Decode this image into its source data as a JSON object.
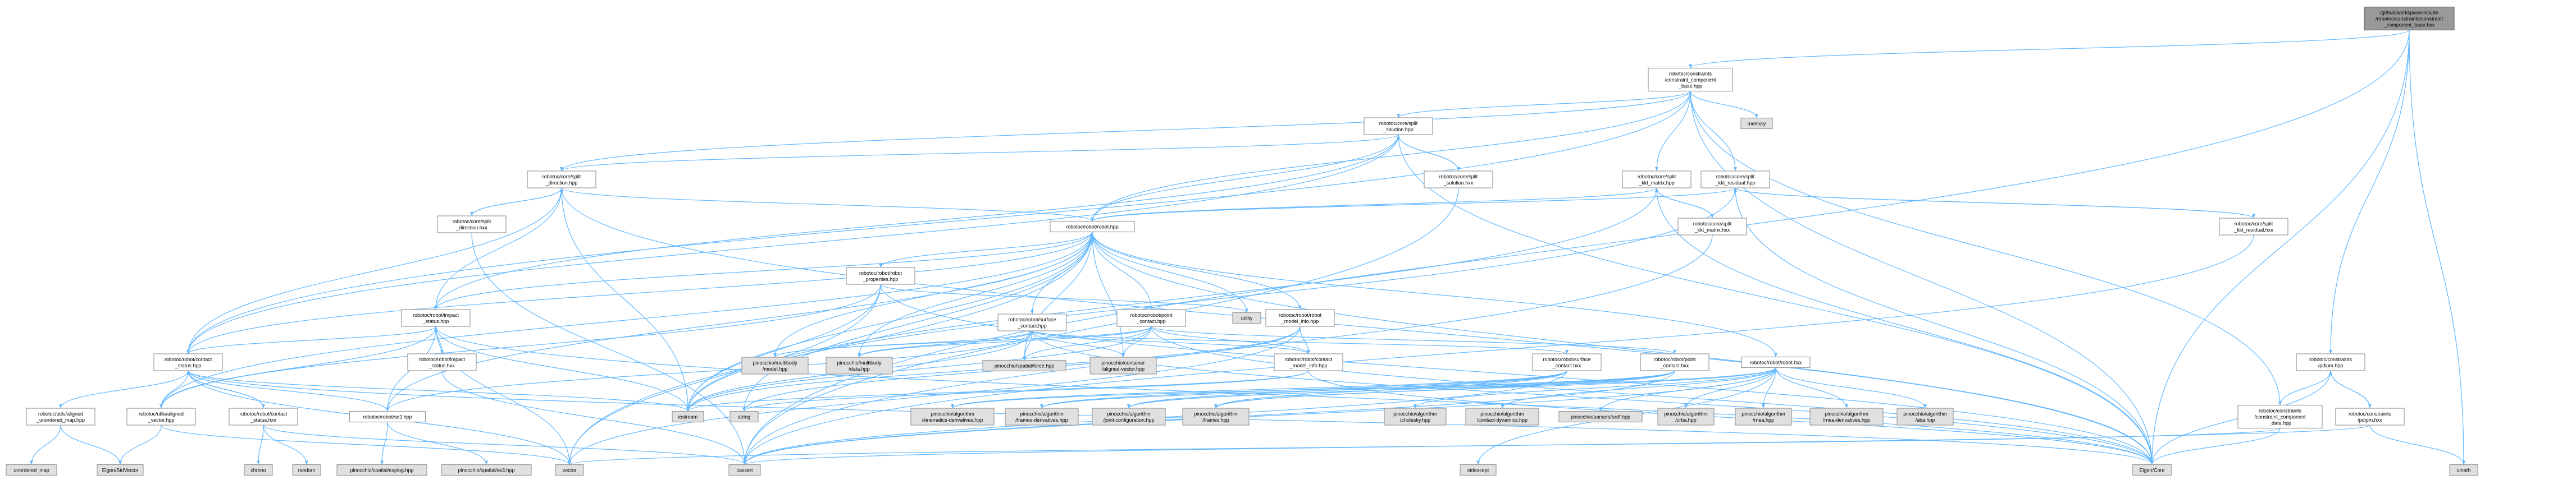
{
  "edge_color": "#63b8ff",
  "node_fill_internal": "#ffffff",
  "node_fill_external": "#e0e0e0",
  "node_fill_root": "#999999",
  "nodes": [
    {
      "id": "root",
      "lines": [
        "/github/workspace/include",
        "/robotoc/constraints/constraint",
        "_component_base.hxx"
      ],
      "kind": "root"
    },
    {
      "id": "ccb_hpp",
      "lines": [
        "robotoc/constraints",
        "/constraint_component",
        "_base.hpp"
      ],
      "kind": "internal"
    },
    {
      "id": "memory",
      "lines": [
        "memory"
      ],
      "kind": "external"
    },
    {
      "id": "split_solution",
      "lines": [
        "robotoc/core/split",
        "_solution.hpp"
      ],
      "kind": "internal"
    },
    {
      "id": "split_solution_hxx",
      "lines": [
        "robotoc/core/split",
        "_solution.hxx"
      ],
      "kind": "internal"
    },
    {
      "id": "split_direction",
      "lines": [
        "robotoc/core/split",
        "_direction.hpp"
      ],
      "kind": "internal"
    },
    {
      "id": "split_direction_hxx",
      "lines": [
        "robotoc/core/split",
        "_direction.hxx"
      ],
      "kind": "internal"
    },
    {
      "id": "kkt_matrix",
      "lines": [
        "robotoc/core/split",
        "_kkt_matrix.hpp"
      ],
      "kind": "internal"
    },
    {
      "id": "kkt_matrix_hxx",
      "lines": [
        "robotoc/core/split",
        "_kkt_matrix.hxx"
      ],
      "kind": "internal"
    },
    {
      "id": "kkt_residual",
      "lines": [
        "robotoc/core/split",
        "_kkt_residual.hpp"
      ],
      "kind": "internal"
    },
    {
      "id": "kkt_residual_hxx",
      "lines": [
        "robotoc/core/split",
        "_kkt_residual.hxx"
      ],
      "kind": "internal"
    },
    {
      "id": "robot_hpp",
      "lines": [
        "robotoc/robot/robot.hpp"
      ],
      "kind": "internal"
    },
    {
      "id": "robot_props",
      "lines": [
        "robotoc/robot/robot",
        "_properties.hpp"
      ],
      "kind": "internal"
    },
    {
      "id": "utility",
      "lines": [
        "utility"
      ],
      "kind": "external"
    },
    {
      "id": "model_info",
      "lines": [
        "robotoc/robot/robot",
        "_model_info.hpp"
      ],
      "kind": "internal"
    },
    {
      "id": "impact_status",
      "lines": [
        "robotoc/robot/impact",
        "_status.hpp"
      ],
      "kind": "internal"
    },
    {
      "id": "impact_status_hxx",
      "lines": [
        "robotoc/robot/impact",
        "_status.hxx"
      ],
      "kind": "internal"
    },
    {
      "id": "surface_contact",
      "lines": [
        "robotoc/robot/surface",
        "_contact.hpp"
      ],
      "kind": "internal"
    },
    {
      "id": "point_contact",
      "lines": [
        "robotoc/robot/point",
        "_contact.hpp"
      ],
      "kind": "internal"
    },
    {
      "id": "contact_model_info",
      "lines": [
        "robotoc/robot/contact",
        "_model_info.hpp"
      ],
      "kind": "internal"
    },
    {
      "id": "contact_status",
      "lines": [
        "robotoc/robot/contact",
        "_status.hpp"
      ],
      "kind": "internal"
    },
    {
      "id": "contact_status_hxx",
      "lines": [
        "robotoc/robot/contact",
        "_status.hxx"
      ],
      "kind": "internal"
    },
    {
      "id": "surface_contact_hxx",
      "lines": [
        "robotoc/robot/surface",
        "_contact.hxx"
      ],
      "kind": "internal"
    },
    {
      "id": "point_contact_hxx",
      "lines": [
        "robotoc/robot/point",
        "_contact.hxx"
      ],
      "kind": "internal"
    },
    {
      "id": "robot_hxx",
      "lines": [
        "robotoc/robot/robot.hxx"
      ],
      "kind": "internal"
    },
    {
      "id": "aligned_unordered_map",
      "lines": [
        "robotoc/utils/aligned",
        "_unordered_map.hpp"
      ],
      "kind": "internal"
    },
    {
      "id": "aligned_vector",
      "lines": [
        "robotoc/utils/aligned",
        "_vector.hpp"
      ],
      "kind": "internal"
    },
    {
      "id": "se3",
      "lines": [
        "robotoc/robot/se3.hpp"
      ],
      "kind": "internal"
    },
    {
      "id": "unordered_map",
      "lines": [
        "unordered_map"
      ],
      "kind": "external"
    },
    {
      "id": "eigen_stdvector",
      "lines": [
        "Eigen/StdVector"
      ],
      "kind": "external"
    },
    {
      "id": "chrono",
      "lines": [
        "chrono"
      ],
      "kind": "external"
    },
    {
      "id": "random",
      "lines": [
        "random"
      ],
      "kind": "external"
    },
    {
      "id": "explog",
      "lines": [
        "pinocchio/spatial/explog.hpp"
      ],
      "kind": "external"
    },
    {
      "id": "spatial_se3",
      "lines": [
        "pinocchio/spatial/se3.hpp"
      ],
      "kind": "external"
    },
    {
      "id": "vector",
      "lines": [
        "vector"
      ],
      "kind": "external"
    },
    {
      "id": "cassert",
      "lines": [
        "cassert"
      ],
      "kind": "external"
    },
    {
      "id": "stdexcept",
      "lines": [
        "stdexcept"
      ],
      "kind": "external"
    },
    {
      "id": "eigen_core",
      "lines": [
        "Eigen/Core"
      ],
      "kind": "external"
    },
    {
      "id": "iostream",
      "lines": [
        "iostream"
      ],
      "kind": "external"
    },
    {
      "id": "string",
      "lines": [
        "string"
      ],
      "kind": "external"
    },
    {
      "id": "mb_model",
      "lines": [
        "pinocchio/multibody",
        "/model.hpp"
      ],
      "kind": "external"
    },
    {
      "id": "mb_data",
      "lines": [
        "pinocchio/multibody",
        "/data.hpp"
      ],
      "kind": "external"
    },
    {
      "id": "force",
      "lines": [
        "pinocchio/spatial/force.hpp"
      ],
      "kind": "external"
    },
    {
      "id": "aligned_vector_pin",
      "lines": [
        "pinocchio/container",
        "/aligned-vector.hpp"
      ],
      "kind": "external"
    },
    {
      "id": "kin_deriv",
      "lines": [
        "pinocchio/algorithm",
        "/kinematics-derivatives.hpp"
      ],
      "kind": "external"
    },
    {
      "id": "frames_deriv",
      "lines": [
        "pinocchio/algorithm",
        "/frames-derivatives.hpp"
      ],
      "kind": "external"
    },
    {
      "id": "joint_config",
      "lines": [
        "pinocchio/algorithm",
        "/joint-configuration.hpp"
      ],
      "kind": "external"
    },
    {
      "id": "frames",
      "lines": [
        "pinocchio/algorithm",
        "/frames.hpp"
      ],
      "kind": "external"
    },
    {
      "id": "cholesky",
      "lines": [
        "pinocchio/algorithm",
        "/cholesky.hpp"
      ],
      "kind": "external"
    },
    {
      "id": "contact_dyn",
      "lines": [
        "pinocchio/algorithm",
        "/contact-dynamics.hpp"
      ],
      "kind": "external"
    },
    {
      "id": "urdf",
      "lines": [
        "pinocchio/parsers/urdf.hpp"
      ],
      "kind": "external"
    },
    {
      "id": "crba",
      "lines": [
        "pinocchio/algorithm",
        "/crba.hpp"
      ],
      "kind": "external"
    },
    {
      "id": "rnea",
      "lines": [
        "pinocchio/algorithm",
        "/rnea.hpp"
      ],
      "kind": "external"
    },
    {
      "id": "rnea_deriv",
      "lines": [
        "pinocchio/algorithm",
        "/rnea-derivatives.hpp"
      ],
      "kind": "external"
    },
    {
      "id": "aba",
      "lines": [
        "pinocchio/algorithm",
        "/aba.hpp"
      ],
      "kind": "external"
    },
    {
      "id": "ccd_hpp",
      "lines": [
        "robotoc/constraints",
        "/constraint_component",
        "_data.hpp"
      ],
      "kind": "internal"
    },
    {
      "id": "pdipm_hpp",
      "lines": [
        "robotoc/constraints",
        "/pdipm.hpp"
      ],
      "kind": "internal"
    },
    {
      "id": "pdipm_hxx",
      "lines": [
        "robotoc/constraints",
        "/pdipm.hxx"
      ],
      "kind": "internal"
    },
    {
      "id": "cmath",
      "lines": [
        "cmath"
      ],
      "kind": "external"
    }
  ],
  "edges": [
    [
      "root",
      "ccb_hpp"
    ],
    [
      "root",
      "pdipm_hpp"
    ],
    [
      "root",
      "cassert"
    ],
    [
      "root",
      "eigen_core"
    ],
    [
      "root",
      "cmath"
    ],
    [
      "ccb_hpp",
      "memory"
    ],
    [
      "ccb_hpp",
      "split_solution"
    ],
    [
      "ccb_hpp",
      "split_direction"
    ],
    [
      "ccb_hpp",
      "kkt_matrix"
    ],
    [
      "ccb_hpp",
      "kkt_residual"
    ],
    [
      "ccb_hpp",
      "robot_hpp"
    ],
    [
      "ccb_hpp",
      "contact_status"
    ],
    [
      "ccb_hpp",
      "ccd_hpp"
    ],
    [
      "ccb_hpp",
      "eigen_core"
    ],
    [
      "split_solution",
      "split_solution_hxx"
    ],
    [
      "split_solution",
      "robot_hpp"
    ],
    [
      "split_solution",
      "split_direction"
    ],
    [
      "split_solution",
      "contact_status"
    ],
    [
      "split_solution",
      "eigen_core"
    ],
    [
      "split_solution",
      "impact_status"
    ],
    [
      "split_solution_hxx",
      "split_solution"
    ],
    [
      "split_solution_hxx",
      "cassert"
    ],
    [
      "split_direction",
      "split_direction_hxx"
    ],
    [
      "split_direction",
      "robot_hpp"
    ],
    [
      "split_direction",
      "contact_status"
    ],
    [
      "split_direction",
      "impact_status"
    ],
    [
      "split_direction",
      "iostream"
    ],
    [
      "split_direction",
      "eigen_core"
    ],
    [
      "split_direction_hxx",
      "split_direction"
    ],
    [
      "split_direction_hxx",
      "cassert"
    ],
    [
      "kkt_matrix",
      "kkt_matrix_hxx"
    ],
    [
      "kkt_matrix",
      "robot_hpp"
    ],
    [
      "kkt_matrix",
      "eigen_core"
    ],
    [
      "kkt_matrix",
      "iostream"
    ],
    [
      "kkt_matrix_hxx",
      "kkt_matrix"
    ],
    [
      "kkt_matrix_hxx",
      "cassert"
    ],
    [
      "kkt_residual",
      "kkt_residual_hxx"
    ],
    [
      "kkt_residual",
      "robot_hpp"
    ],
    [
      "kkt_residual",
      "eigen_core"
    ],
    [
      "kkt_residual",
      "iostream"
    ],
    [
      "kkt_residual_hxx",
      "kkt_residual"
    ],
    [
      "kkt_residual_hxx",
      "cassert"
    ],
    [
      "robot_hpp",
      "robot_props"
    ],
    [
      "robot_hpp",
      "utility"
    ],
    [
      "robot_hpp",
      "model_info"
    ],
    [
      "robot_hpp",
      "impact_status"
    ],
    [
      "robot_hpp",
      "surface_contact"
    ],
    [
      "robot_hpp",
      "point_contact"
    ],
    [
      "robot_hpp",
      "contact_status"
    ],
    [
      "robot_hpp",
      "robot_hxx"
    ],
    [
      "robot_hpp",
      "aligned_vector"
    ],
    [
      "robot_hpp",
      "se3"
    ],
    [
      "robot_hpp",
      "vector"
    ],
    [
      "robot_hpp",
      "iostream"
    ],
    [
      "robot_hpp",
      "string"
    ],
    [
      "robot_hpp",
      "eigen_core"
    ],
    [
      "robot_hpp",
      "mb_model"
    ],
    [
      "robot_hpp",
      "mb_data"
    ],
    [
      "robot_hpp",
      "force"
    ],
    [
      "robot_hpp",
      "aligned_vector_pin"
    ],
    [
      "robot_props",
      "aligned_vector"
    ],
    [
      "robot_props",
      "utility"
    ],
    [
      "robot_props",
      "eigen_core"
    ],
    [
      "robot_props",
      "iostream"
    ],
    [
      "robot_props",
      "vector"
    ],
    [
      "model_info",
      "contact_model_info"
    ],
    [
      "model_info",
      "vector"
    ],
    [
      "model_info",
      "iostream"
    ],
    [
      "model_info",
      "string"
    ],
    [
      "impact_status",
      "impact_status_hxx"
    ],
    [
      "impact_status",
      "contact_status"
    ],
    [
      "impact_status",
      "se3"
    ],
    [
      "impact_status",
      "aligned_vector"
    ],
    [
      "impact_status",
      "vector"
    ],
    [
      "impact_status",
      "iostream"
    ],
    [
      "impact_status",
      "eigen_core"
    ],
    [
      "impact_status_hxx",
      "impact_status"
    ],
    [
      "impact_status_hxx",
      "cassert"
    ],
    [
      "surface_contact",
      "surface_contact_hxx"
    ],
    [
      "surface_contact",
      "contact_model_info"
    ],
    [
      "surface_contact",
      "se3"
    ],
    [
      "surface_contact",
      "mb_model"
    ],
    [
      "surface_contact",
      "mb_data"
    ],
    [
      "surface_contact",
      "force"
    ],
    [
      "surface_contact",
      "aligned_vector_pin"
    ],
    [
      "surface_contact",
      "eigen_core"
    ],
    [
      "surface_contact",
      "iostream"
    ],
    [
      "point_contact",
      "point_contact_hxx"
    ],
    [
      "point_contact",
      "contact_model_info"
    ],
    [
      "point_contact",
      "mb_model"
    ],
    [
      "point_contact",
      "mb_data"
    ],
    [
      "point_contact",
      "force"
    ],
    [
      "point_contact",
      "aligned_vector_pin"
    ],
    [
      "point_contact",
      "eigen_core"
    ],
    [
      "point_contact",
      "iostream"
    ],
    [
      "contact_model_info",
      "eigen_core"
    ],
    [
      "contact_model_info",
      "iostream"
    ],
    [
      "contact_model_info",
      "string"
    ],
    [
      "contact_status",
      "contact_status_hxx"
    ],
    [
      "contact_status",
      "aligned_unordered_map"
    ],
    [
      "contact_status",
      "aligned_vector"
    ],
    [
      "contact_status",
      "se3"
    ],
    [
      "contact_status",
      "vector"
    ],
    [
      "contact_status",
      "iostream"
    ],
    [
      "contact_status",
      "eigen_core"
    ],
    [
      "contact_status_hxx",
      "contact_status"
    ],
    [
      "contact_status_hxx",
      "chrono"
    ],
    [
      "contact_status_hxx",
      "random"
    ],
    [
      "contact_status_hxx",
      "cassert"
    ],
    [
      "surface_contact_hxx",
      "kin_deriv"
    ],
    [
      "surface_contact_hxx",
      "frames_deriv"
    ],
    [
      "surface_contact_hxx",
      "joint_config"
    ],
    [
      "surface_contact_hxx",
      "frames"
    ],
    [
      "surface_contact_hxx",
      "cassert"
    ],
    [
      "point_contact_hxx",
      "kin_deriv"
    ],
    [
      "point_contact_hxx",
      "frames_deriv"
    ],
    [
      "point_contact_hxx",
      "joint_config"
    ],
    [
      "point_contact_hxx",
      "frames"
    ],
    [
      "point_contact_hxx",
      "cassert"
    ],
    [
      "robot_hxx",
      "cholesky"
    ],
    [
      "robot_hxx",
      "contact_dyn"
    ],
    [
      "robot_hxx",
      "urdf"
    ],
    [
      "robot_hxx",
      "crba"
    ],
    [
      "robot_hxx",
      "rnea"
    ],
    [
      "robot_hxx",
      "rnea_deriv"
    ],
    [
      "robot_hxx",
      "aba"
    ],
    [
      "robot_hxx",
      "frames"
    ],
    [
      "robot_hxx",
      "joint_config"
    ],
    [
      "robot_hxx",
      "cassert"
    ],
    [
      "robot_hxx",
      "stdexcept"
    ],
    [
      "aligned_unordered_map",
      "unordered_map"
    ],
    [
      "aligned_unordered_map",
      "eigen_stdvector"
    ],
    [
      "aligned_vector",
      "vector"
    ],
    [
      "aligned_vector",
      "eigen_stdvector"
    ],
    [
      "se3",
      "explog"
    ],
    [
      "se3",
      "spatial_se3"
    ],
    [
      "ccd_hpp",
      "eigen_core"
    ],
    [
      "ccd_hpp",
      "vector"
    ],
    [
      "pdipm_hpp",
      "pdipm_hxx"
    ],
    [
      "pdipm_hpp",
      "ccd_hpp"
    ],
    [
      "pdipm_hpp",
      "eigen_core"
    ],
    [
      "pdipm_hxx",
      "pdipm_hpp"
    ],
    [
      "pdipm_hxx",
      "cmath"
    ],
    [
      "pdipm_hxx",
      "cassert"
    ]
  ]
}
